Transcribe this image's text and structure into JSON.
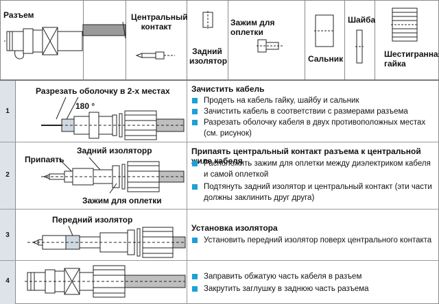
{
  "header": {
    "connector": "Разъем",
    "center_contact": [
      "Центральный",
      "контакт"
    ],
    "rear_insulator": [
      "Задний",
      "изолятор"
    ],
    "braid_clamp": "Зажим для оплетки",
    "gland": "Сальник",
    "washer": "Шайба",
    "hex_nut": [
      "Шестигранная",
      "гайка"
    ]
  },
  "steps": [
    {
      "number": "1",
      "labels": [
        "Разрезать оболочку в 2-х местах",
        "180 °"
      ],
      "title": "Зачистить кабель",
      "bullets": [
        "Продеть на кабель гайку, шайбу и сальник",
        "Зачистить кабель в соответствии с размерами разъема",
        "Разрезать оболочку кабеля в двух противоположных местах",
        "(см. рисунок)"
      ]
    },
    {
      "number": "2",
      "labels": [
        "Припаять",
        "Задний изоляторр",
        "Зажим для оплетки"
      ],
      "title": "Припаять центральный контакт разъема к центральной жиле кабеля",
      "bullets": [
        "Расположить зажим для оплетки между диэлектриком кабеля",
        "и самой оплеткой",
        "Подтянуть задний изолятор и центральный контакт (эти части",
        "должны заклинить друг друга)"
      ]
    },
    {
      "number": "3",
      "labels": [
        "Передний изолятор"
      ],
      "title": "Установка изолятора",
      "bullets": [
        "Установить передний изолятор поверх центрального контакта"
      ]
    },
    {
      "number": "4",
      "labels": [],
      "title": "",
      "bullets": [
        "Заправить обжатую часть кабеля в разъем",
        "Закрутить заглушку в заднюю часть разъема"
      ]
    }
  ],
  "colors": {
    "bullet": "#1aa1d6",
    "numcol": "#dde3ea",
    "rule": "#8a8a8a"
  }
}
